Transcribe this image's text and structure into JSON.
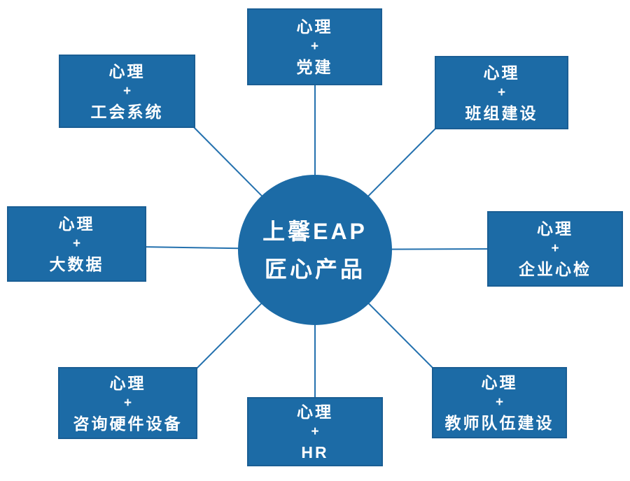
{
  "diagram": {
    "colors": {
      "background": "#ffffff",
      "node_fill": "#1c6ba6",
      "node_border": "#1a5e94",
      "connector": "#2471ae",
      "text": "#ffffff"
    },
    "center": {
      "line1": "上馨EAP",
      "line2": "匠心产品"
    },
    "nodes": [
      {
        "line1": "心理",
        "line2": "+",
        "line3": "党建"
      },
      {
        "line1": "心理",
        "line2": "+",
        "line3": "班组建设"
      },
      {
        "line1": "心理",
        "line2": "+",
        "line3": "企业心检"
      },
      {
        "line1": "心理",
        "line2": "+",
        "line3": "教师队伍建设"
      },
      {
        "line1": "心理",
        "line2": "+",
        "line3": "HR"
      },
      {
        "line1": "心理",
        "line2": "+",
        "line3": "咨询硬件设备"
      },
      {
        "line1": "心理",
        "line2": "+",
        "line3": "大数据"
      },
      {
        "line1": "心理",
        "line2": "+",
        "line3": "工会系统"
      }
    ]
  }
}
